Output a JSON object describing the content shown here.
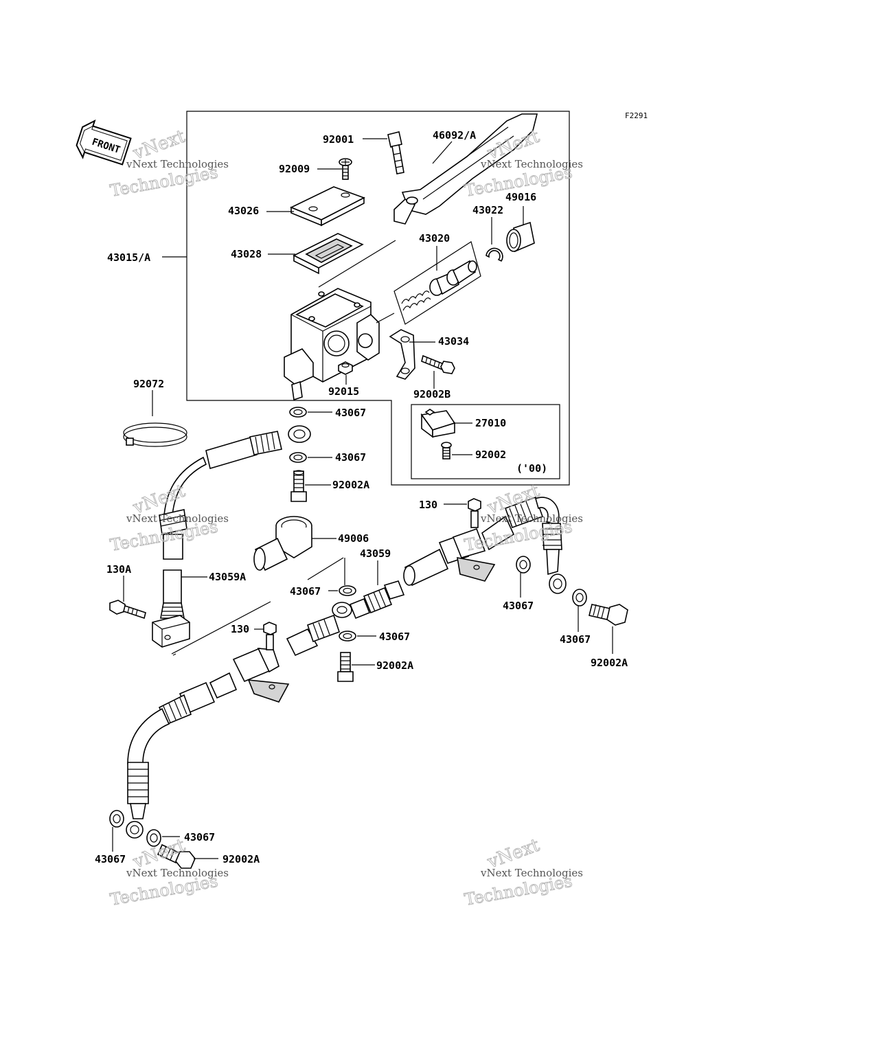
{
  "diagram": {
    "code": "F2291",
    "front_label": "FRONT",
    "watermark": {
      "line1": "vNext Technologies",
      "line2": "vNext",
      "line3": "Technologies"
    },
    "callouts": [
      {
        "id": "c-92001",
        "text": "92001"
      },
      {
        "id": "c-46092",
        "text": "46092/A"
      },
      {
        "id": "c-92009",
        "text": "92009"
      },
      {
        "id": "c-43026",
        "text": "43026"
      },
      {
        "id": "c-43022",
        "text": "43022"
      },
      {
        "id": "c-49016",
        "text": "49016"
      },
      {
        "id": "c-43015",
        "text": "43015/A"
      },
      {
        "id": "c-43028",
        "text": "43028"
      },
      {
        "id": "c-43020",
        "text": "43020"
      },
      {
        "id": "c-43034",
        "text": "43034"
      },
      {
        "id": "c-92015",
        "text": "92015"
      },
      {
        "id": "c-92002b",
        "text": "92002B"
      },
      {
        "id": "c-92072",
        "text": "92072"
      },
      {
        "id": "c-43067-1",
        "text": "43067"
      },
      {
        "id": "c-27010",
        "text": "27010"
      },
      {
        "id": "c-43067-2",
        "text": "43067"
      },
      {
        "id": "c-92002",
        "text": "92002"
      },
      {
        "id": "c-year",
        "text": "('00)"
      },
      {
        "id": "c-92002a-1",
        "text": "92002A"
      },
      {
        "id": "c-130-1",
        "text": "130"
      },
      {
        "id": "c-49006",
        "text": "49006"
      },
      {
        "id": "c-43059",
        "text": "43059"
      },
      {
        "id": "c-130a",
        "text": "130A"
      },
      {
        "id": "c-43059a",
        "text": "43059A"
      },
      {
        "id": "c-43067-3",
        "text": "43067"
      },
      {
        "id": "c-43067-4",
        "text": "43067"
      },
      {
        "id": "c-130-2",
        "text": "130"
      },
      {
        "id": "c-43067-5",
        "text": "43067"
      },
      {
        "id": "c-43067-6",
        "text": "43067"
      },
      {
        "id": "c-92002a-2",
        "text": "92002A"
      },
      {
        "id": "c-92002a-3",
        "text": "92002A"
      },
      {
        "id": "c-43067-7",
        "text": "43067"
      },
      {
        "id": "c-43067-8",
        "text": "43067"
      },
      {
        "id": "c-92002a-4",
        "text": "92002A"
      }
    ]
  }
}
